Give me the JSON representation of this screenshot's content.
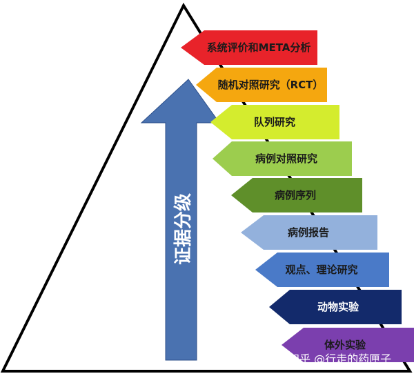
{
  "diagram": {
    "axis_label": "证据分级",
    "levels": [
      {
        "label": "系统评价和META分析",
        "color": "#e8232a",
        "text_color": "#1a1a1a"
      },
      {
        "label": "随机对照研究（RCT）",
        "color": "#f5a70f",
        "text_color": "#1a1a1a"
      },
      {
        "label": "队列研究",
        "color": "#d4ec2e",
        "text_color": "#1a1a1a"
      },
      {
        "label": "病例对照研究",
        "color": "#9ccd4e",
        "text_color": "#1a1a1a"
      },
      {
        "label": "病例序列",
        "color": "#5f8f2a",
        "text_color": "#1a1a1a"
      },
      {
        "label": "病例报告",
        "color": "#93b1dc",
        "text_color": "#1a1a1a"
      },
      {
        "label": "观点、理论研究",
        "color": "#4a7ac8",
        "text_color": "#1a1a1a"
      },
      {
        "label": "动物实验",
        "color": "#132a6b",
        "text_color": "#ffffff"
      },
      {
        "label": "体外实验",
        "color": "#7b3fae",
        "text_color": "#1a1a1a"
      }
    ],
    "arrow_color": "#4a72b0",
    "watermark": "知乎 @行走的药匣子"
  }
}
